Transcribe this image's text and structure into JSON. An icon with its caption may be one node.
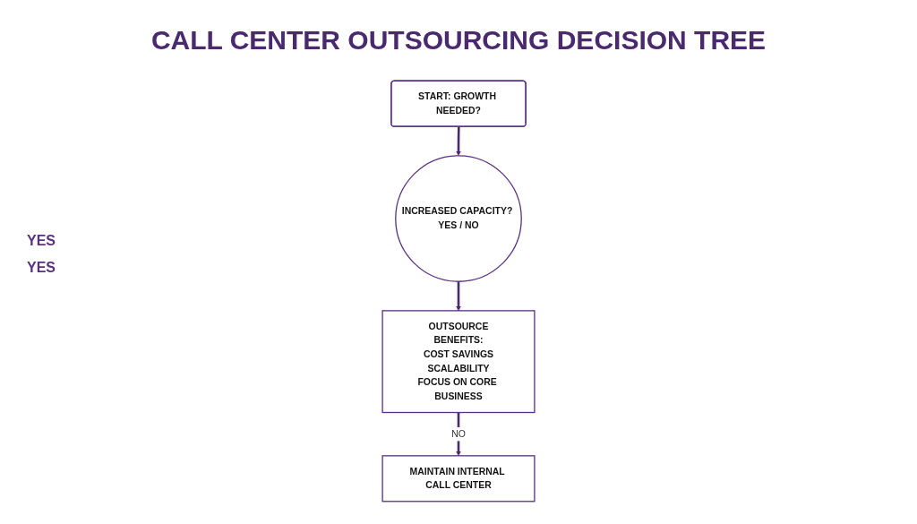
{
  "diagram": {
    "title": "CALL CENTER OUTSOURCING DECISION TREE",
    "nodes": [
      {
        "text": [
          "START: GROWTH NEEDED?"
        ]
      },
      {
        "text": [
          "INCREASED CAPACITY? YES / NO"
        ]
      },
      {
        "text": [
          "OUTSOURCE",
          "BENEFITS:",
          "COST SAVINGS",
          "SCALABILITY",
          "FOCUS ON CORE BUSINESS"
        ]
      },
      {
        "text": [
          "MAINTAIN INTERNAL CALL CENTER"
        ]
      }
    ],
    "edges": [
      {
        "from": 0,
        "to": 1,
        "arrow": "to"
      },
      {
        "from": 1,
        "to": 2,
        "arrow": "to"
      },
      {
        "from": 2,
        "to": 3,
        "arrow": "to",
        "label": "NO"
      }
    ],
    "labels": [
      "YES",
      "YES"
    ]
  }
}
